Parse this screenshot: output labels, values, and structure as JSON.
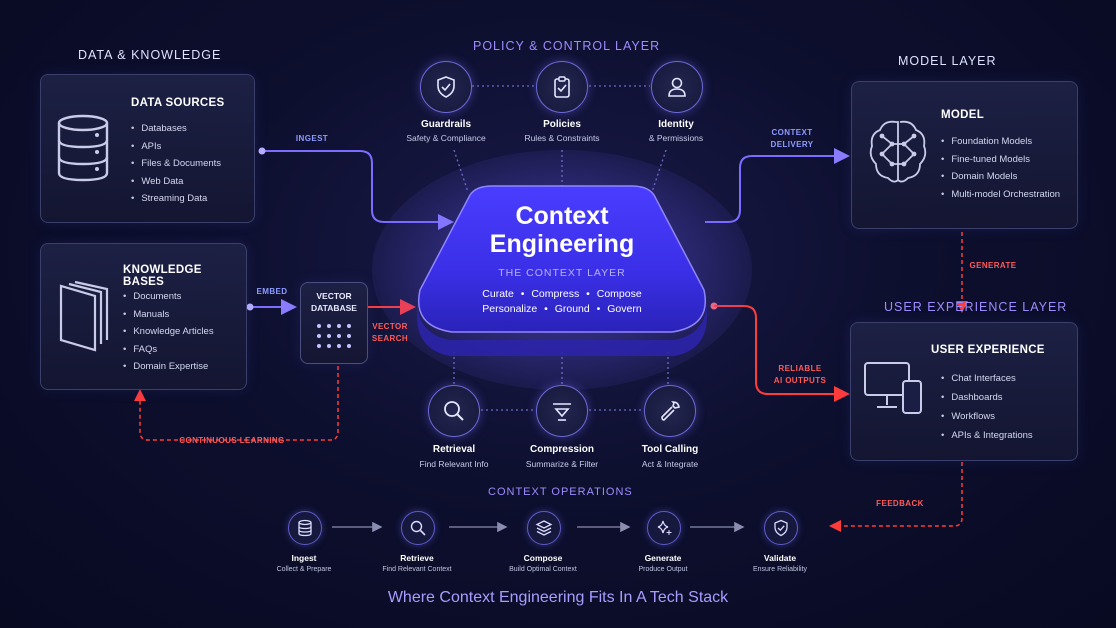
{
  "sections": {
    "data_knowledge": "DATA & KNOWLEDGE",
    "policy_control": "POLICY & CONTROL LAYER",
    "model_layer": "MODEL LAYER",
    "ux_layer": "USER EXPERIENCE LAYER",
    "context_ops": "CONTEXT OPERATIONS"
  },
  "data_sources": {
    "title": "DATA SOURCES",
    "items": [
      "Databases",
      "APIs",
      "Files & Documents",
      "Web Data",
      "Streaming Data"
    ]
  },
  "knowledge_bases": {
    "title": "KNOWLEDGE BASES",
    "items": [
      "Documents",
      "Manuals",
      "Knowledge Articles",
      "FAQs",
      "Domain Expertise"
    ]
  },
  "vector_db": {
    "line1": "VECTOR",
    "line2": "DATABASE"
  },
  "model": {
    "title": "MODEL",
    "items": [
      "Foundation Models",
      "Fine-tuned Models",
      "Domain Models",
      "Multi-model Orchestration"
    ]
  },
  "user_experience": {
    "title": "USER EXPERIENCE",
    "items": [
      "Chat Interfaces",
      "Dashboards",
      "Workflows",
      "APIs & Integrations"
    ]
  },
  "policy": [
    {
      "label": "Guardrails",
      "sub": "Safety & Compliance",
      "icon": "shield-check-icon"
    },
    {
      "label": "Policies",
      "sub": "Rules & Constraints",
      "icon": "clipboard-check-icon"
    },
    {
      "label": "Identity",
      "sub": "& Permissions",
      "icon": "user-icon"
    }
  ],
  "tools": [
    {
      "label": "Retrieval",
      "sub": "Find Relevant Info",
      "icon": "search-icon"
    },
    {
      "label": "Compression",
      "sub": "Summarize & Filter",
      "icon": "filter-icon"
    },
    {
      "label": "Tool Calling",
      "sub": "Act & Integrate",
      "icon": "wrench-icon"
    }
  ],
  "center": {
    "title_line1": "Context",
    "title_line2": "Engineering",
    "subtitle": "THE CONTEXT LAYER",
    "verbs1": [
      "Curate",
      "Compress",
      "Compose"
    ],
    "verbs2": [
      "Personalize",
      "Ground",
      "Govern"
    ]
  },
  "connectors": {
    "ingest": "INGEST",
    "embed": "EMBED",
    "vector_search_1": "VECTOR",
    "vector_search_2": "SEARCH",
    "context_delivery_1": "CONTEXT",
    "context_delivery_2": "DELIVERY",
    "generate": "GENERATE",
    "reliable_1": "RELIABLE",
    "reliable_2": "AI OUTPUTS",
    "continuous_learning": "CONTINUOUS LEARNING",
    "feedback": "FEEDBACK"
  },
  "operations": [
    {
      "label": "Ingest",
      "sub": "Collect & Prepare",
      "icon": "database-icon"
    },
    {
      "label": "Retrieve",
      "sub": "Find Relevant Context",
      "icon": "search-icon"
    },
    {
      "label": "Compose",
      "sub": "Build Optimal Context",
      "icon": "layers-icon"
    },
    {
      "label": "Generate",
      "sub": "Produce Output",
      "icon": "sparkle-icon"
    },
    {
      "label": "Validate",
      "sub": "Ensure Reliability",
      "icon": "shield-check-icon"
    }
  ],
  "footer": "Where Context Engineering Fits In A Tech Stack",
  "colors": {
    "accent": "#6a5cff",
    "connector_blue": "#7c6cff",
    "connector_red": "#ff3b3b"
  }
}
